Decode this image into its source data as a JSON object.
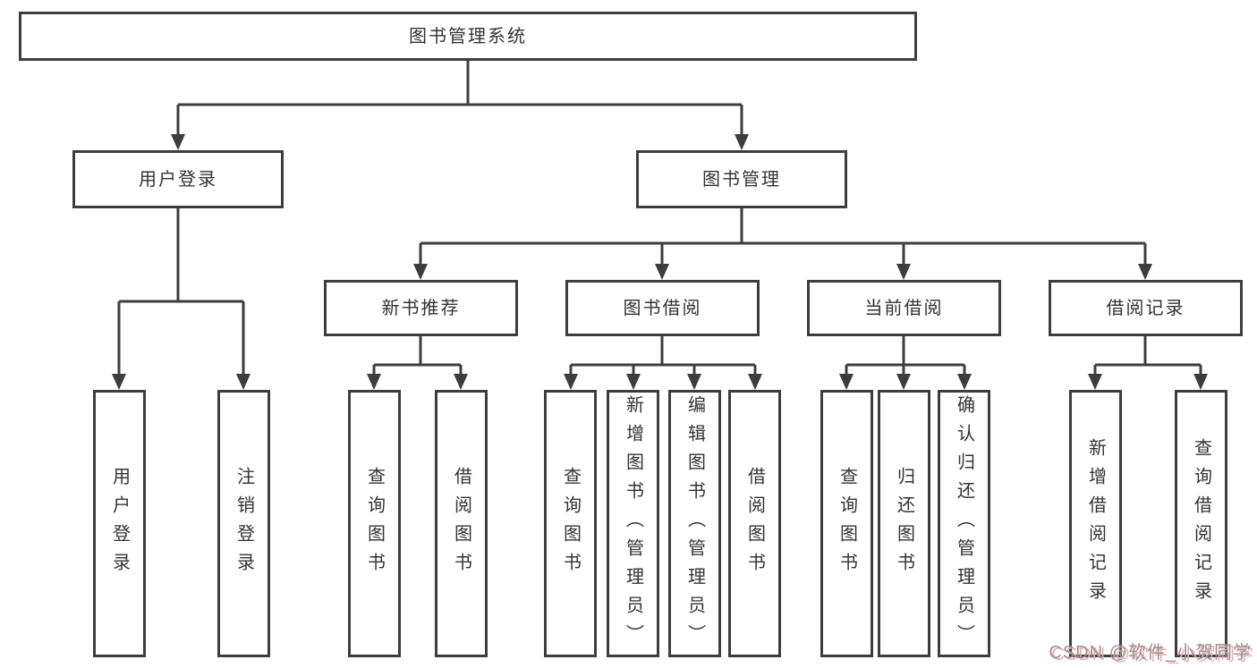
{
  "title": "图书管理系统",
  "nodes": {
    "root": "图书管理系统",
    "level2": [
      "用户登录",
      "图书管理"
    ],
    "level3": [
      "新书推荐",
      "图书借阅",
      "当前借阅",
      "借阅记录"
    ],
    "leaves": {
      "user_login": [
        "用户登录",
        "注销登录"
      ],
      "new_books": [
        "查询图书",
        "借阅图书"
      ],
      "book_borrow": [
        "查询图书",
        "新增图书（管理员）",
        "编辑图书（管理员）",
        "借阅图书"
      ],
      "current_borrow": [
        "查询图书",
        "归还图书",
        "确认归还（管理员）"
      ],
      "borrow_records": [
        "新增借阅记录",
        "查询借阅记录"
      ]
    }
  },
  "watermark": "CSDN @软件_小贺同学",
  "colors": {
    "line": "#3d3d3d",
    "box_border": "#3d3d3d",
    "text": "#333333",
    "watermark_text": "#949494",
    "watermark_shadow": "#f2a8a8"
  }
}
